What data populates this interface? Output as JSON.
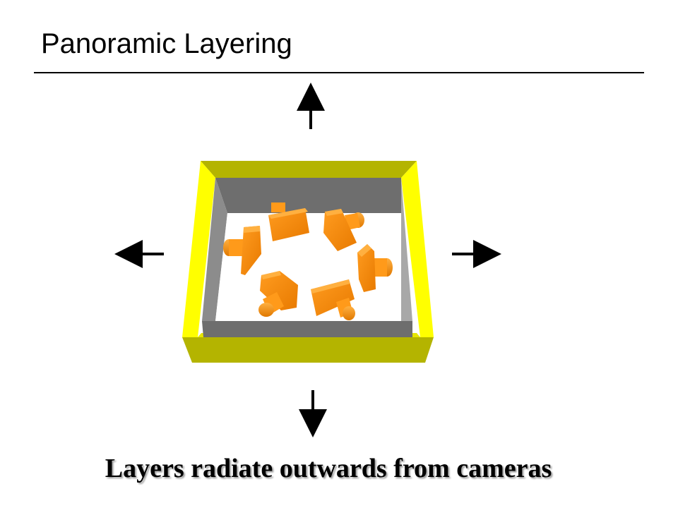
{
  "slide": {
    "title": "Panoramic Layering",
    "caption": "Layers radiate outwards from cameras"
  },
  "diagram": {
    "box_colors": {
      "frame_light": "#ffff00",
      "frame_dark": "#b4b400",
      "inner_wall_dark": "#6e6e6e",
      "inner_wall_mid": "#8c8c8c",
      "inner_wall_light": "#a8a8a8",
      "floor": "#ffffff"
    },
    "camera_colors": {
      "body": "#ff8c00",
      "body_shade": "#d96f00",
      "lens": "#ff9a1a"
    },
    "arrow_color": "#000000",
    "arrows": [
      "up",
      "left",
      "right",
      "down"
    ],
    "camera_count": 6
  }
}
